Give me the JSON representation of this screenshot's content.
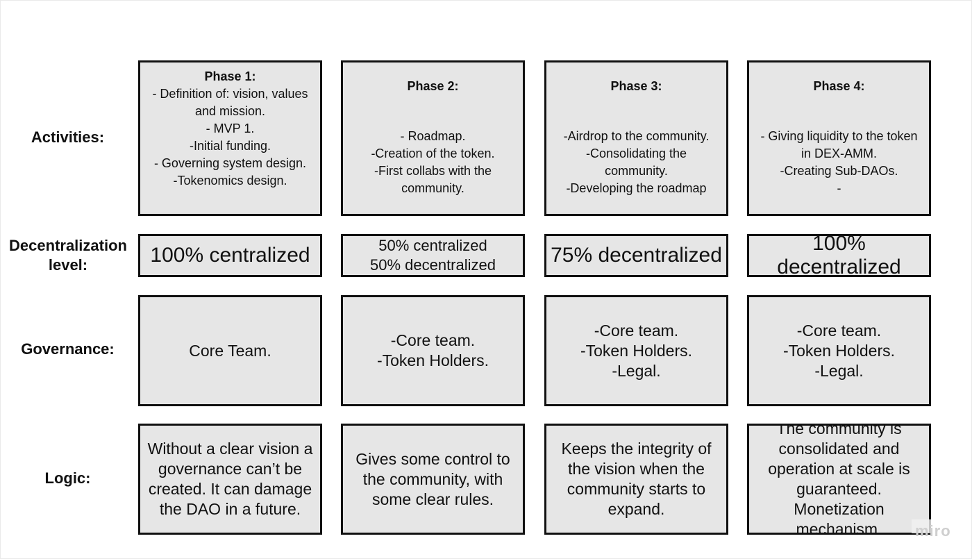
{
  "rows": {
    "activities": "Activities:",
    "decentralization": "Decentralization\nlevel:",
    "governance": "Governance:",
    "logic": "Logic:"
  },
  "phases": [
    {
      "title": "Phase 1:",
      "activities": "- Definition of: vision, values\nand mission.\n- MVP 1.\n-Initial funding.\n- Governing system design.\n-Tokenomics design.",
      "decentralization": "100% centralized",
      "governance": "Core Team.",
      "logic": "Without a clear vision a governance can’t be created. It can damage the DAO in a future."
    },
    {
      "title": "Phase 2:",
      "activities": "- Roadmap.\n-Creation of the token.\n-First collabs with the\ncommunity.",
      "decentralization": "50% centralized\n50% decentralized",
      "governance": "-Core team.\n-Token Holders.",
      "logic": "Gives some control to the community, with some clear rules."
    },
    {
      "title": "Phase 3:",
      "activities": "-Airdrop to the community.\n-Consolidating the\ncommunity.\n-Developing the roadmap",
      "decentralization": "75% decentralized",
      "governance": "-Core team.\n-Token Holders.\n-Legal.",
      "logic": "Keeps the integrity of the vision when the community starts to expand."
    },
    {
      "title": "Phase 4:",
      "activities": "- Giving liquidity to the token\nin DEX-AMM.\n-Creating Sub-DAOs.\n-",
      "decentralization": "100% decentralized",
      "governance": "-Core team.\n-Token Holders.\n-Legal.",
      "logic": "The community is consolidated and operation at scale is guaranteed. Monetization mechanism."
    }
  ],
  "watermark": "miro"
}
